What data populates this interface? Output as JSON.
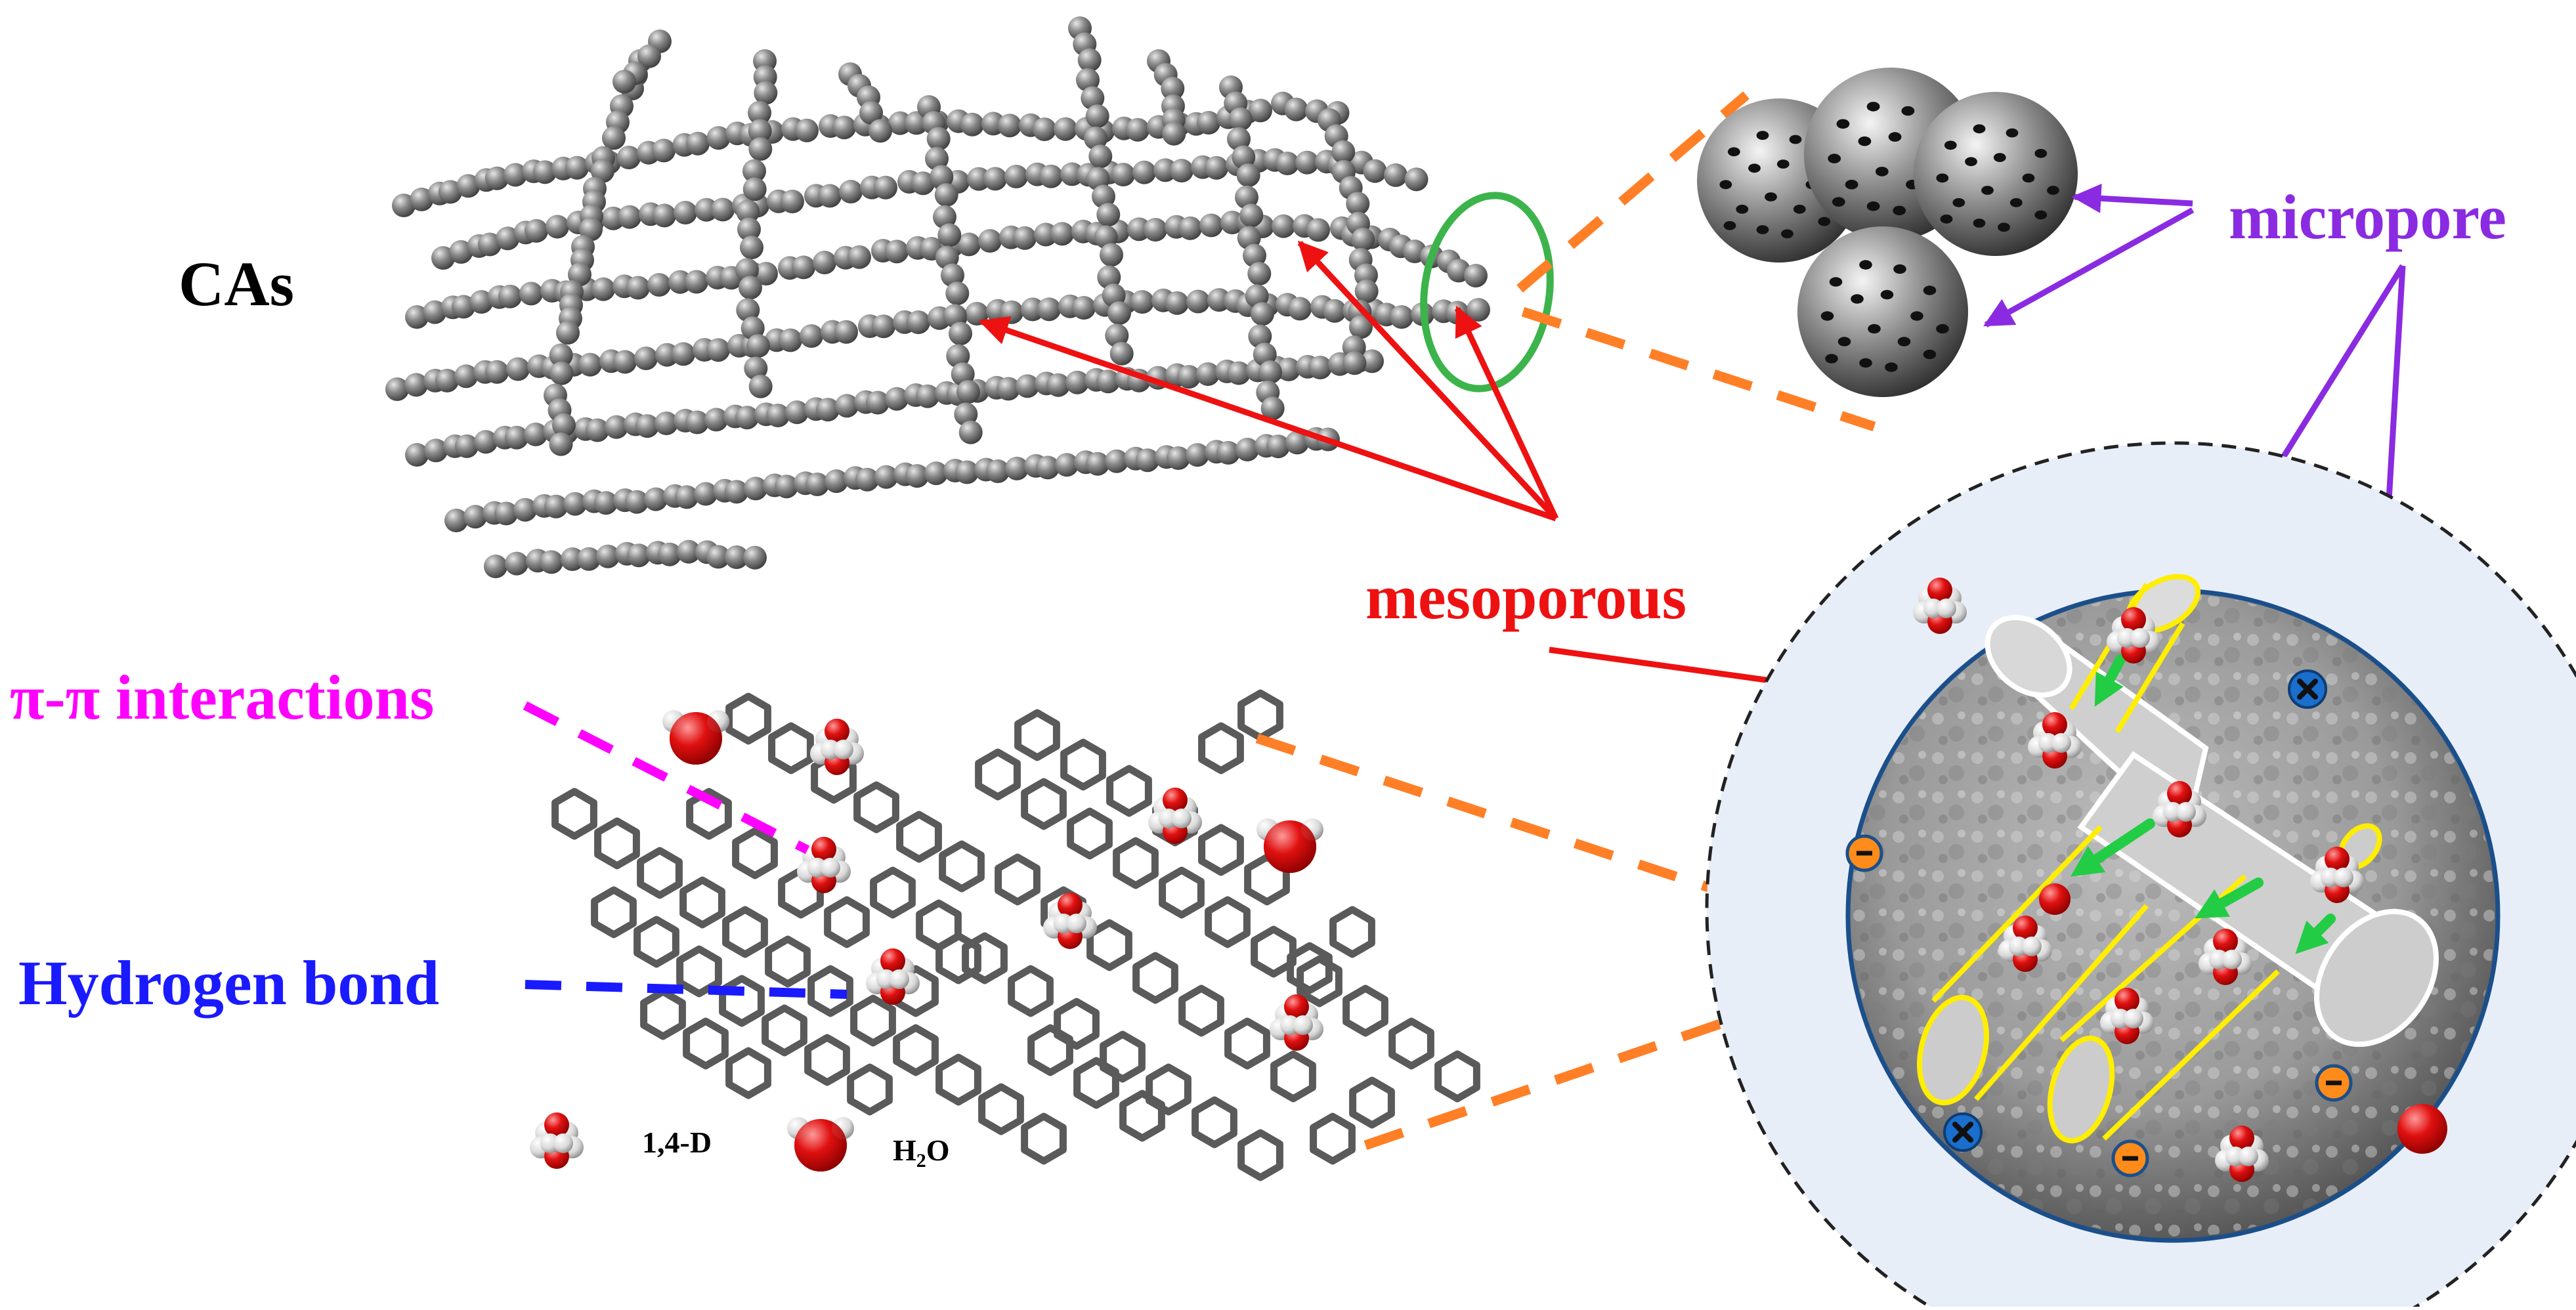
{
  "labels": {
    "cas": "CAs",
    "micropore": "micropore",
    "mesoporous": "mesoporous",
    "pi_pi": "π-π interactions",
    "hydrogen_bond": "Hydrogen bond",
    "legend_14d": "1,4-D",
    "legend_h2o_main": "H",
    "legend_h2o_sub": "2",
    "legend_h2o_tail": "O"
  },
  "colors": {
    "carbon_sphere": "#6e6e6e",
    "red_arrow": "#ee1111",
    "purple": "#8a2be2",
    "magenta": "#ff00ff",
    "blue": "#1a1aff",
    "orange_dash": "#ff7f27",
    "green_ellipse": "#3cb44b",
    "yellow_pore": "#ffee00",
    "green_arrow": "#22cc44",
    "ring_stroke": "#5a5a5a",
    "halo_fill": "#e8eef8",
    "oxygen_red": "#e01010",
    "minus_badge": "#ff8c1a",
    "cross_badge": "#1a6ecc"
  },
  "icons": {
    "negative_charge": "minus-badge-icon",
    "positive_cross": "cross-badge-icon"
  }
}
